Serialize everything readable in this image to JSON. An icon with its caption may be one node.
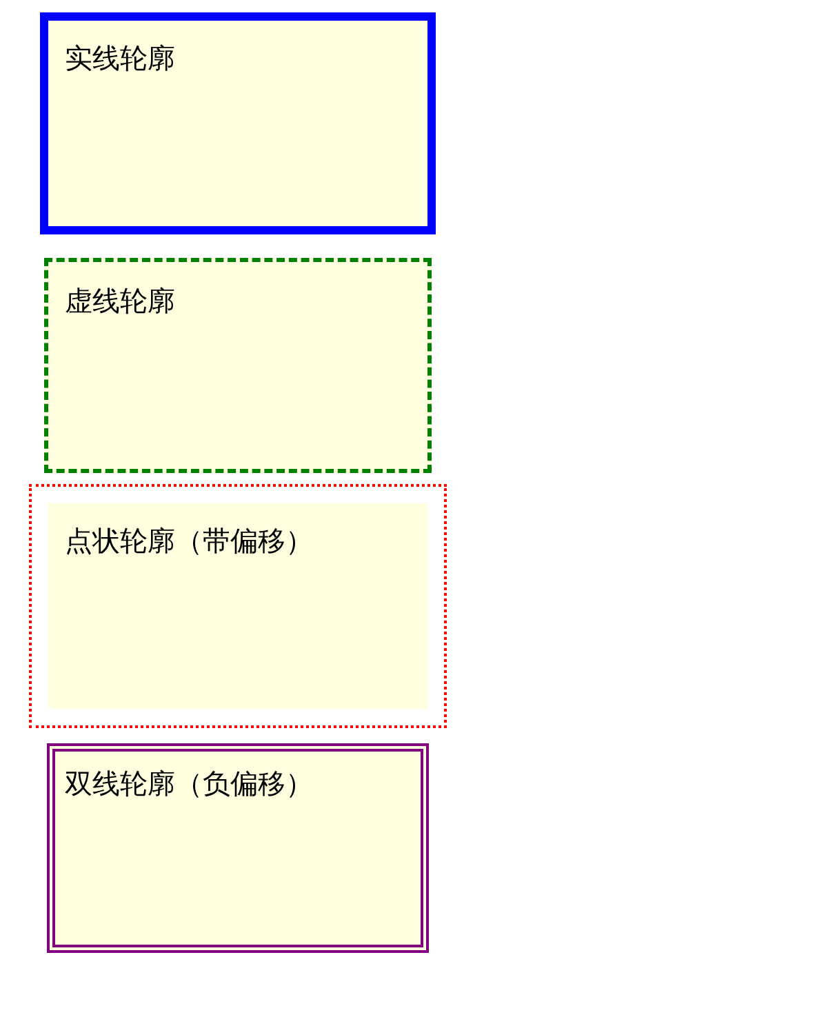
{
  "diagram": {
    "nodes": [
      {
        "text": [
          "实线轮廓"
        ]
      },
      {
        "text": [
          "虚线轮廓"
        ]
      },
      {
        "text": [
          "点状轮廓（带偏移）"
        ]
      },
      {
        "text": [
          "双线轮廓（负偏移）"
        ]
      }
    ]
  }
}
